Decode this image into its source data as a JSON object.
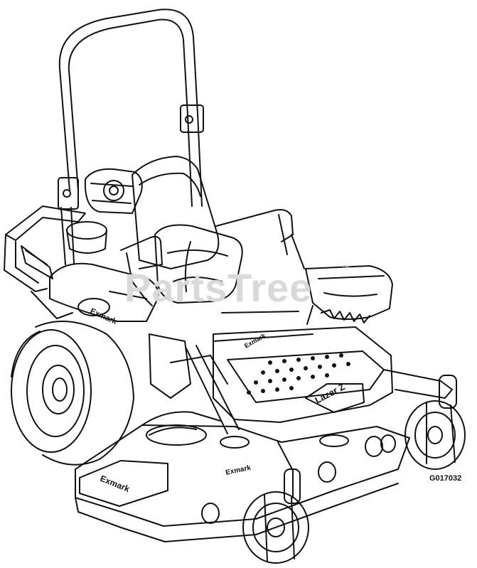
{
  "figure": {
    "drawing_code": "G017032",
    "watermark": "PartsTree",
    "trademark": "™"
  },
  "brand_labels": {
    "seat_plate": "Exmark",
    "front_plate": "Exmark",
    "deck_plate": "Exmark",
    "footrest": "Lazer Z",
    "fender": "Exmark"
  },
  "colors": {
    "line": "#111111",
    "fill": "#ffffff",
    "watermark": "#d9d9d9"
  }
}
